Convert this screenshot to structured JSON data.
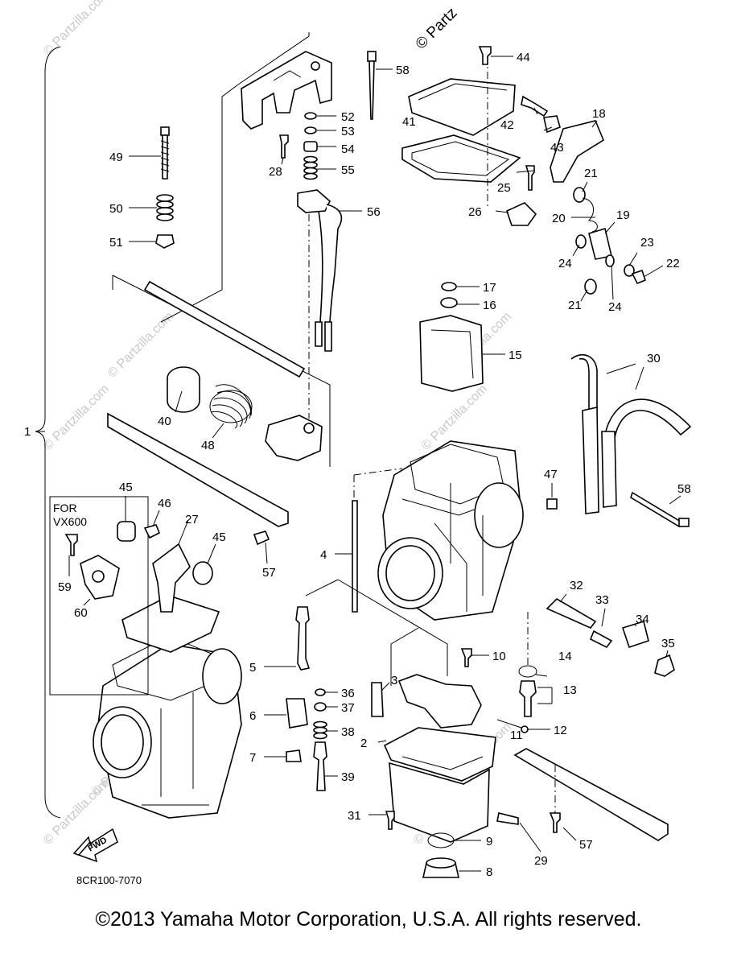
{
  "diagram": {
    "code": "8CR100-7070",
    "note_line1": "FOR",
    "note_line2": "VX600",
    "fwd_label": "FWD",
    "watermark": "© Partzilla.com",
    "watermark_top": "© Partz"
  },
  "footer": {
    "copyright": "©2013 Yamaha Motor Corporation, U.S.A. All rights reserved."
  },
  "callouts": [
    {
      "id": "c1",
      "text": "1"
    },
    {
      "id": "c2",
      "text": "2"
    },
    {
      "id": "c3",
      "text": "3"
    },
    {
      "id": "c4",
      "text": "4"
    },
    {
      "id": "c5",
      "text": "5"
    },
    {
      "id": "c6",
      "text": "6"
    },
    {
      "id": "c7",
      "text": "7"
    },
    {
      "id": "c8",
      "text": "8"
    },
    {
      "id": "c9",
      "text": "9"
    },
    {
      "id": "c10",
      "text": "10"
    },
    {
      "id": "c11",
      "text": "11"
    },
    {
      "id": "c12",
      "text": "12"
    },
    {
      "id": "c13",
      "text": "13"
    },
    {
      "id": "c14",
      "text": "14"
    },
    {
      "id": "c15",
      "text": "15"
    },
    {
      "id": "c16",
      "text": "16"
    },
    {
      "id": "c17",
      "text": "17"
    },
    {
      "id": "c18",
      "text": "18"
    },
    {
      "id": "c19",
      "text": "19"
    },
    {
      "id": "c20",
      "text": "20"
    },
    {
      "id": "c21a",
      "text": "21"
    },
    {
      "id": "c21b",
      "text": "21"
    },
    {
      "id": "c22",
      "text": "22"
    },
    {
      "id": "c23",
      "text": "23"
    },
    {
      "id": "c24a",
      "text": "24"
    },
    {
      "id": "c24b",
      "text": "24"
    },
    {
      "id": "c25",
      "text": "25"
    },
    {
      "id": "c26",
      "text": "26"
    },
    {
      "id": "c27",
      "text": "27"
    },
    {
      "id": "c28",
      "text": "28"
    },
    {
      "id": "c29",
      "text": "29"
    },
    {
      "id": "c30",
      "text": "30"
    },
    {
      "id": "c31",
      "text": "31"
    },
    {
      "id": "c32",
      "text": "32"
    },
    {
      "id": "c33",
      "text": "33"
    },
    {
      "id": "c34",
      "text": "34"
    },
    {
      "id": "c35",
      "text": "35"
    },
    {
      "id": "c36",
      "text": "36"
    },
    {
      "id": "c37",
      "text": "37"
    },
    {
      "id": "c38",
      "text": "38"
    },
    {
      "id": "c39",
      "text": "39"
    },
    {
      "id": "c40",
      "text": "40"
    },
    {
      "id": "c41",
      "text": "41"
    },
    {
      "id": "c42",
      "text": "42"
    },
    {
      "id": "c43",
      "text": "43"
    },
    {
      "id": "c44",
      "text": "44"
    },
    {
      "id": "c45a",
      "text": "45"
    },
    {
      "id": "c45b",
      "text": "45"
    },
    {
      "id": "c46",
      "text": "46"
    },
    {
      "id": "c47",
      "text": "47"
    },
    {
      "id": "c48",
      "text": "48"
    },
    {
      "id": "c49",
      "text": "49"
    },
    {
      "id": "c50",
      "text": "50"
    },
    {
      "id": "c51",
      "text": "51"
    },
    {
      "id": "c52",
      "text": "52"
    },
    {
      "id": "c53",
      "text": "53"
    },
    {
      "id": "c54",
      "text": "54"
    },
    {
      "id": "c55",
      "text": "55"
    },
    {
      "id": "c56",
      "text": "56"
    },
    {
      "id": "c57a",
      "text": "57"
    },
    {
      "id": "c57b",
      "text": "57"
    },
    {
      "id": "c58a",
      "text": "58"
    },
    {
      "id": "c58b",
      "text": "58"
    },
    {
      "id": "c59",
      "text": "59"
    },
    {
      "id": "c60",
      "text": "60"
    }
  ]
}
